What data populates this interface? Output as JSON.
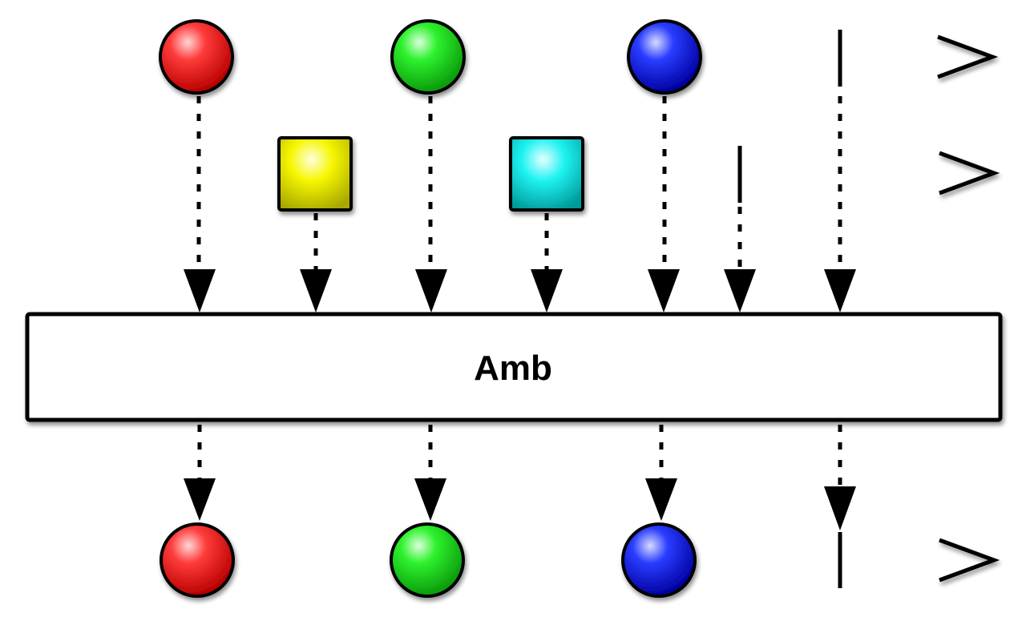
{
  "operator": {
    "label": "Amb"
  },
  "streams": {
    "input_a": {
      "items": [
        {
          "shape": "circle",
          "color": "red"
        },
        {
          "shape": "circle",
          "color": "green"
        },
        {
          "shape": "circle",
          "color": "blue"
        }
      ],
      "completes": true
    },
    "input_b": {
      "items": [
        {
          "shape": "square",
          "color": "yellow"
        },
        {
          "shape": "square",
          "color": "cyan"
        }
      ],
      "completes": true
    },
    "output": {
      "items": [
        {
          "shape": "circle",
          "color": "red"
        },
        {
          "shape": "circle",
          "color": "green"
        },
        {
          "shape": "circle",
          "color": "blue"
        }
      ],
      "completes": true
    }
  },
  "colors": {
    "red": "#ff2a2a",
    "green": "#22ee22",
    "blue": "#1a2fff",
    "yellow": "#f2f200",
    "cyan": "#1ef0f0",
    "line": "#000000",
    "background": "#ffffff"
  }
}
